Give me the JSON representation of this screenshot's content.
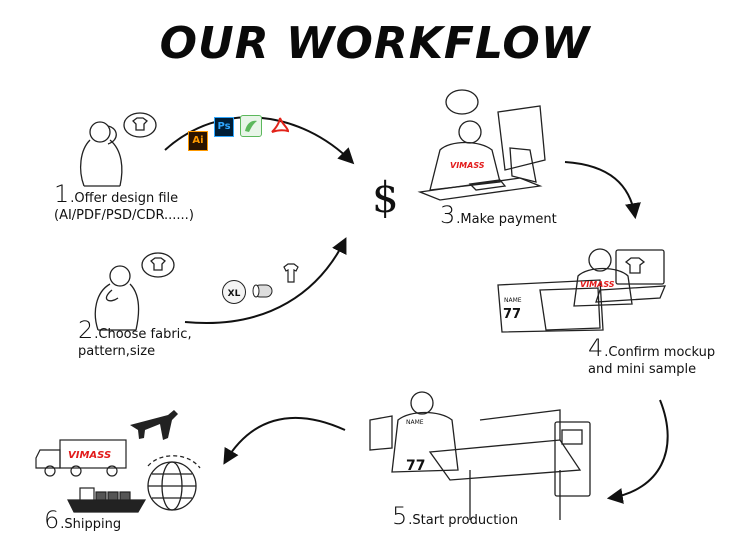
{
  "title": "OUR WORKFLOW",
  "steps": [
    {
      "num": "1",
      "line1": ".Offer design file",
      "line2": "(AI/PDF/PSD/CDR......)"
    },
    {
      "num": "2",
      "line1": ".Choose fabric,",
      "line2": "pattern,size"
    },
    {
      "num": "3",
      "line1": ".Make payment"
    },
    {
      "num": "4",
      "line1": ".Confirm mockup",
      "line2": "and mini sample"
    },
    {
      "num": "5",
      "line1": ".Start production"
    },
    {
      "num": "6",
      "line1": ".Shipping"
    }
  ],
  "file_icons": [
    {
      "label": "Ai",
      "color": "#ff9a00",
      "bg": "#2b1400"
    },
    {
      "label": "Ps",
      "color": "#31a8ff",
      "bg": "#001e36"
    },
    {
      "label": "CDR",
      "color": "#5cb85c",
      "bg": "#e8f5e8"
    },
    {
      "label": "PDF",
      "color": "#e2231a",
      "bg": "#ffffff"
    }
  ],
  "size_icon": "XL",
  "dollar_sign": "$",
  "brand": "VIMASS",
  "jersey_number": "77",
  "jersey_name": "NAME",
  "colors": {
    "brand": "#e21b1b",
    "line": "#111111"
  }
}
